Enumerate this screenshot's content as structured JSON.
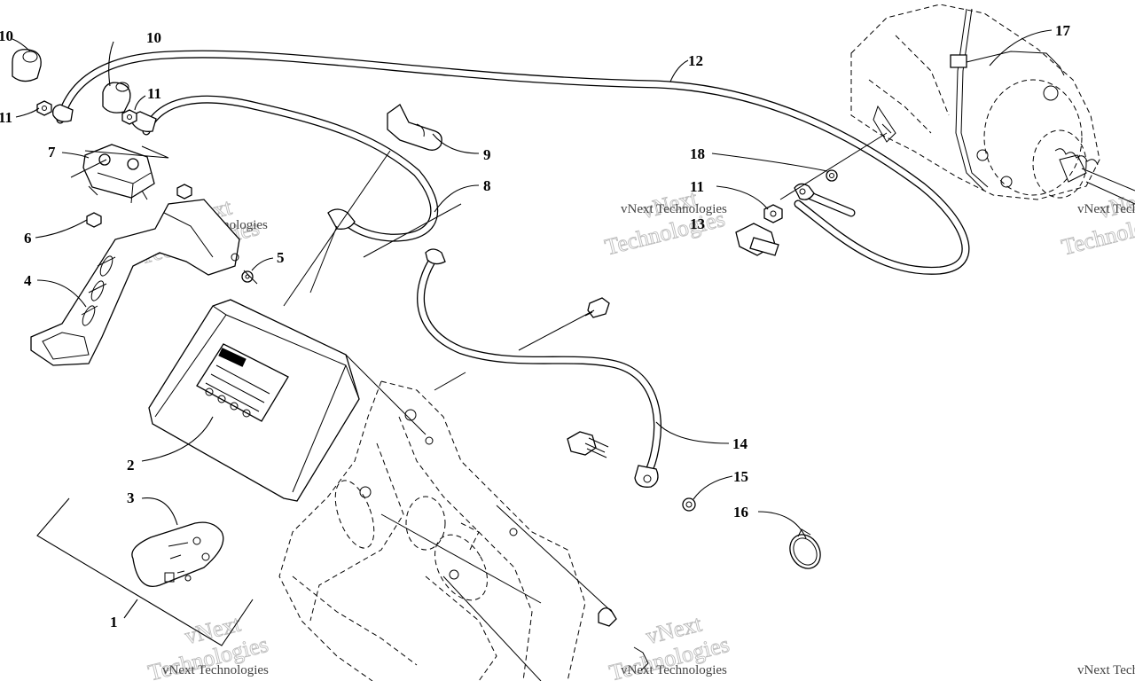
{
  "callouts": [
    {
      "id": "c10a",
      "label": "10"
    },
    {
      "id": "c10b",
      "label": "10"
    },
    {
      "id": "c11a",
      "label": "11"
    },
    {
      "id": "c11b",
      "label": "11"
    },
    {
      "id": "c7",
      "label": "7"
    },
    {
      "id": "c6",
      "label": "6"
    },
    {
      "id": "c4",
      "label": "4"
    },
    {
      "id": "c5",
      "label": "5"
    },
    {
      "id": "c9",
      "label": "9"
    },
    {
      "id": "c8",
      "label": "8"
    },
    {
      "id": "c12",
      "label": "12"
    },
    {
      "id": "c17",
      "label": "17"
    },
    {
      "id": "c18",
      "label": "18"
    },
    {
      "id": "c11c",
      "label": "11"
    },
    {
      "id": "c13",
      "label": "13"
    },
    {
      "id": "c14",
      "label": "14"
    },
    {
      "id": "c15",
      "label": "15"
    },
    {
      "id": "c16",
      "label": "16"
    },
    {
      "id": "c2",
      "label": "2"
    },
    {
      "id": "c3",
      "label": "3"
    },
    {
      "id": "c1",
      "label": "1"
    }
  ],
  "watermark": {
    "line1": "vNext",
    "line2": "Technologies",
    "small": "vNext Technologies"
  },
  "colors": {
    "ink": "#000000",
    "watermark": "#bdbdbd",
    "background": "#ffffff"
  }
}
